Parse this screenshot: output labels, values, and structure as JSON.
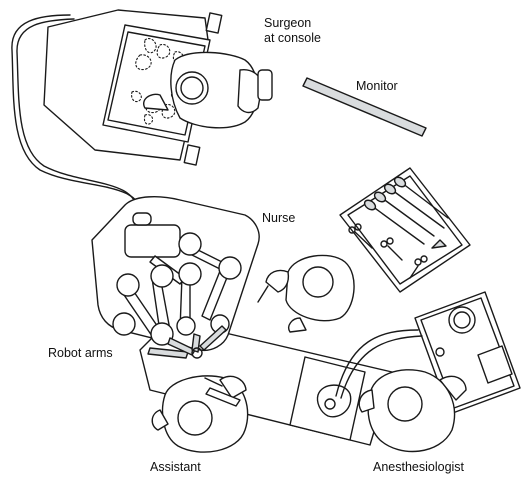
{
  "labels": {
    "surgeon": [
      "Surgeon",
      "at console"
    ],
    "monitor": "Monitor",
    "nurse": "Nurse",
    "robot_arms": "Robot arms",
    "assistant": "Assistant",
    "anesthesiologist": "Anesthesiologist"
  },
  "colors": {
    "line": "#1a1a1a",
    "fill": "#ffffff",
    "shade": "#d9dcde"
  }
}
